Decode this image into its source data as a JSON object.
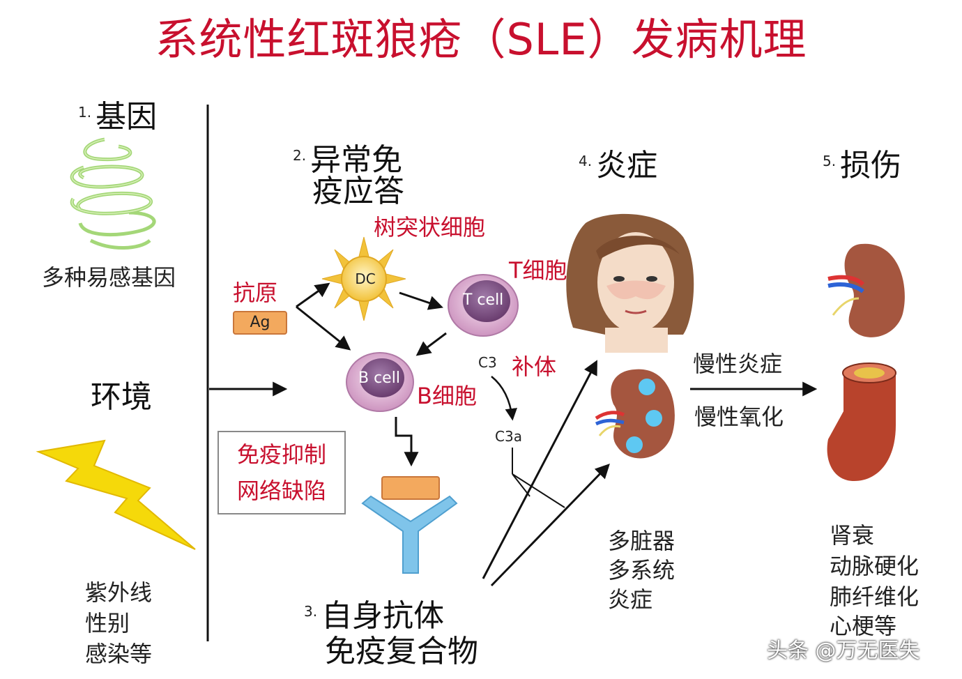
{
  "title": "系统性红斑狼疮（SLE）发病机理",
  "step1": {
    "num": "1.",
    "label": "基因",
    "caption": "多种易感基因"
  },
  "env": {
    "label": "环境",
    "items": [
      "紫外线",
      "性别",
      "感染等"
    ]
  },
  "step2": {
    "num": "2.",
    "line1": "异常免",
    "line2": "疫应答"
  },
  "dc": {
    "label": "树突状细胞",
    "cell": "DC"
  },
  "antigen": {
    "label": "抗原",
    "box": "Ag"
  },
  "tcell": {
    "label": "T细胞",
    "cell": "T cell"
  },
  "bcell": {
    "label": "B细胞",
    "cell": "B cell"
  },
  "complement": {
    "c3": "C3",
    "label": "补体",
    "c3a": "C3a"
  },
  "suppress": {
    "line1": "免疫抑制",
    "line2": "网络缺陷"
  },
  "step3": {
    "num": "3.",
    "line1": "自身抗体",
    "line2": "免疫复合物"
  },
  "step4": {
    "num": "4.",
    "label": "炎症",
    "items": [
      "多脏器",
      "多系统",
      "炎症"
    ]
  },
  "chronic": {
    "line1": "慢性炎症",
    "line2": "慢性氧化"
  },
  "step5": {
    "num": "5.",
    "label": "损伤",
    "items": [
      "肾衰",
      "动脉硬化",
      "肺纤维化",
      "心梗等"
    ]
  },
  "watermark": "头条 @万无医失",
  "colors": {
    "title": "#c8102e",
    "dc": "#f7d24a",
    "cell": "#d9a6cf",
    "antibody": "#7fc4ea",
    "kidney": "#a5563f",
    "vessel": "#b8432c",
    "bolt": "#f5d90a",
    "dna": "#8ccf5a"
  }
}
